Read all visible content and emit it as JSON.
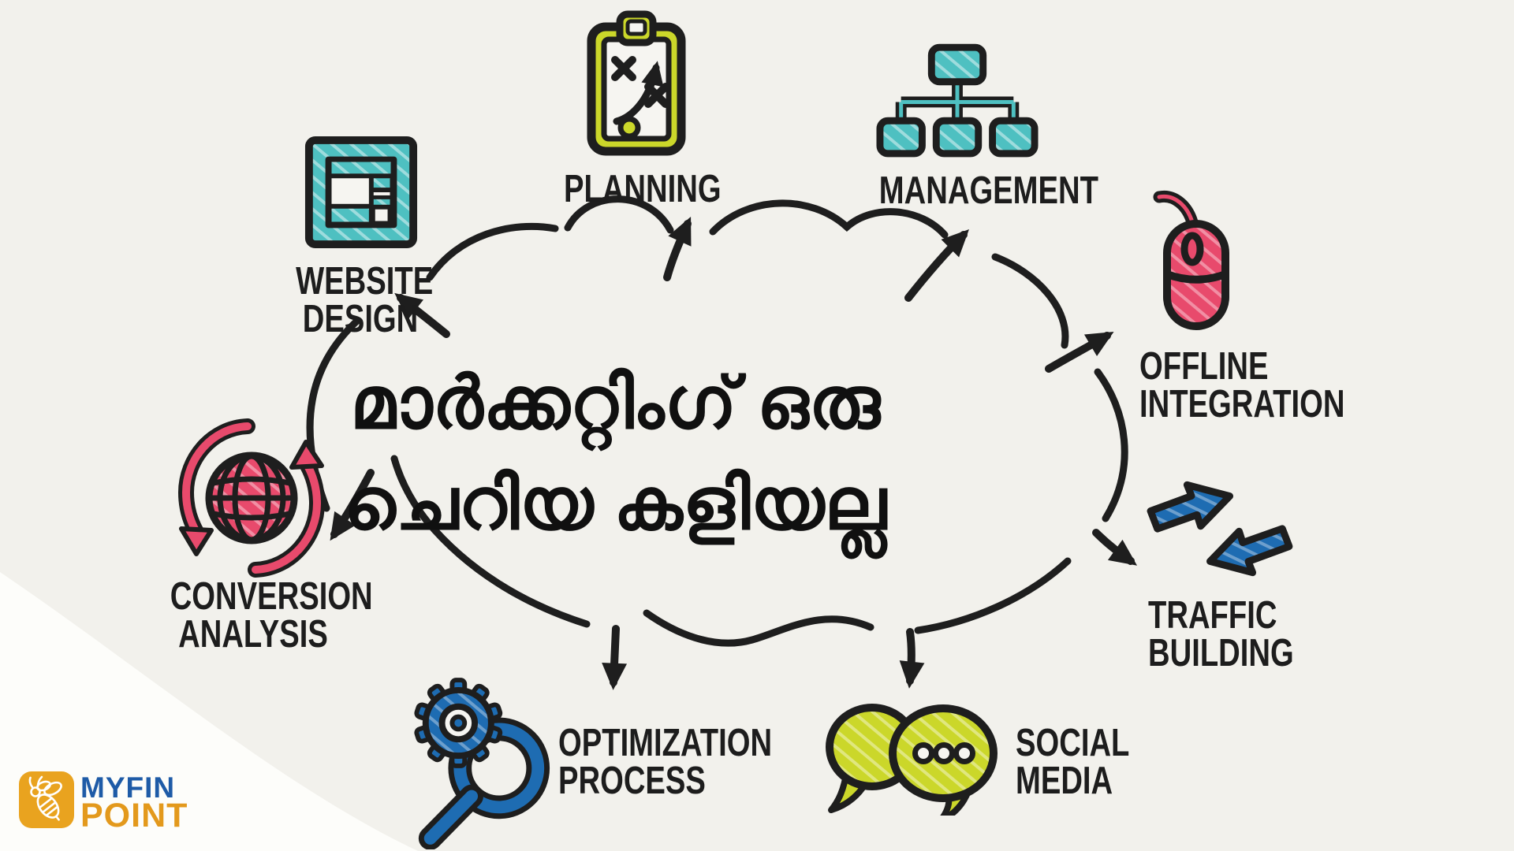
{
  "background": {
    "base_color": "#f2f1ec",
    "corner_sweep_color": "#fdfdfa",
    "ink_color": "#1e1e1e"
  },
  "center": {
    "headline_line1": "മാർക്കറ്റിംഗ് ഒരു",
    "headline_line2": "ചെറിയ കളിയല്ല"
  },
  "nodes": [
    {
      "id": "website-design",
      "label_lines": [
        "WEBSITE",
        "DESIGN"
      ],
      "icon": "browser-window-icon",
      "accent_color": "#4ec0c1"
    },
    {
      "id": "planning",
      "label_lines": [
        "PLANNING"
      ],
      "icon": "strategy-clipboard-icon",
      "accent_color": "#cbd72a"
    },
    {
      "id": "management",
      "label_lines": [
        "MANAGEMENT"
      ],
      "icon": "org-chart-icon",
      "accent_color": "#4ec0c1"
    },
    {
      "id": "offline-integration",
      "label_lines": [
        "OFFLINE",
        "INTEGRATION"
      ],
      "icon": "computer-mouse-icon",
      "accent_color": "#e84a6c"
    },
    {
      "id": "traffic-building",
      "label_lines": [
        "TRAFFIC",
        "BUILDING"
      ],
      "icon": "double-arrows-icon",
      "accent_color": "#1e6cb2"
    },
    {
      "id": "social-media",
      "label_lines": [
        "SOCIAL",
        "MEDIA"
      ],
      "icon": "chat-bubbles-icon",
      "accent_color": "#cbd72a"
    },
    {
      "id": "optimization-process",
      "label_lines": [
        "OPTIMIZATION",
        "PROCESS"
      ],
      "icon": "gear-magnifier-icon",
      "accent_color": "#1e6cb2"
    },
    {
      "id": "conversion-analysis",
      "label_lines": [
        "CONVERSION",
        "ANALYSIS"
      ],
      "icon": "globe-sync-arrows-icon",
      "accent_color": "#e84a6c"
    }
  ],
  "logo": {
    "icon": "bee-icon",
    "line1": "MYFIN",
    "line2": "POINT",
    "line1_color": "#1e5ba7",
    "line2_color": "#e3991c",
    "tile_color": "#e9a31f"
  }
}
